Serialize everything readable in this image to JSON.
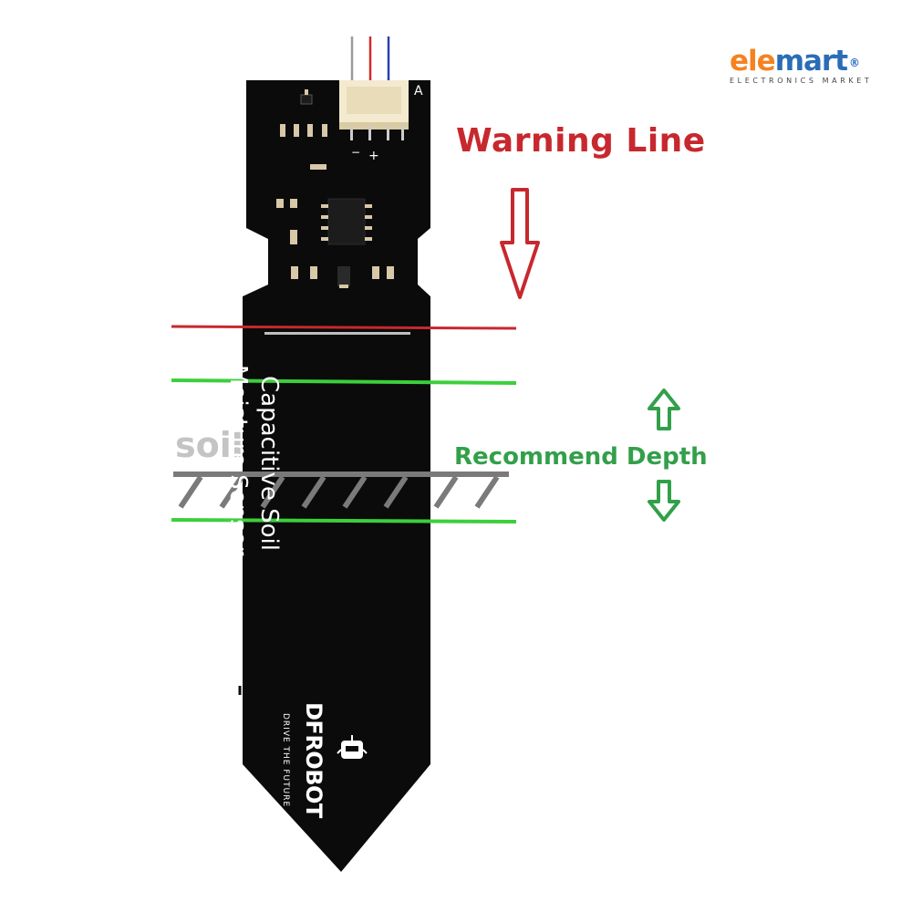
{
  "brand": {
    "logo_part1": "ele",
    "logo_part2": "mart",
    "registered": "®",
    "tagline": "ELECTRONICS MARKET"
  },
  "labels": {
    "warning_line": "Warning Line",
    "recommend_depth": "Recommend Depth",
    "soil": "soil"
  },
  "sensor": {
    "title_line1": "Capacitive Soil",
    "title_line2": "Moisture Sensor",
    "maker": "DFROBOT",
    "maker_tagline": "DRIVE THE FUTURE",
    "connector_mark": "A",
    "pin_minus": "−",
    "pin_plus": "+"
  },
  "colors": {
    "warning": "#c7282e",
    "recommend": "#32a04a",
    "soil_text": "#c4c4c4",
    "ground": "#7a7a7a",
    "board": "#0b0b0b",
    "wire_red": "#d42a2a",
    "wire_blue": "#2a3fb0",
    "wire_gray": "#9a9a9a"
  },
  "icons": {
    "warning_arrow": "arrow-down-outline-icon",
    "depth_up_arrow": "arrow-up-outline-icon",
    "depth_down_arrow": "arrow-down-outline-icon",
    "robot_logo": "robot-head-icon"
  }
}
